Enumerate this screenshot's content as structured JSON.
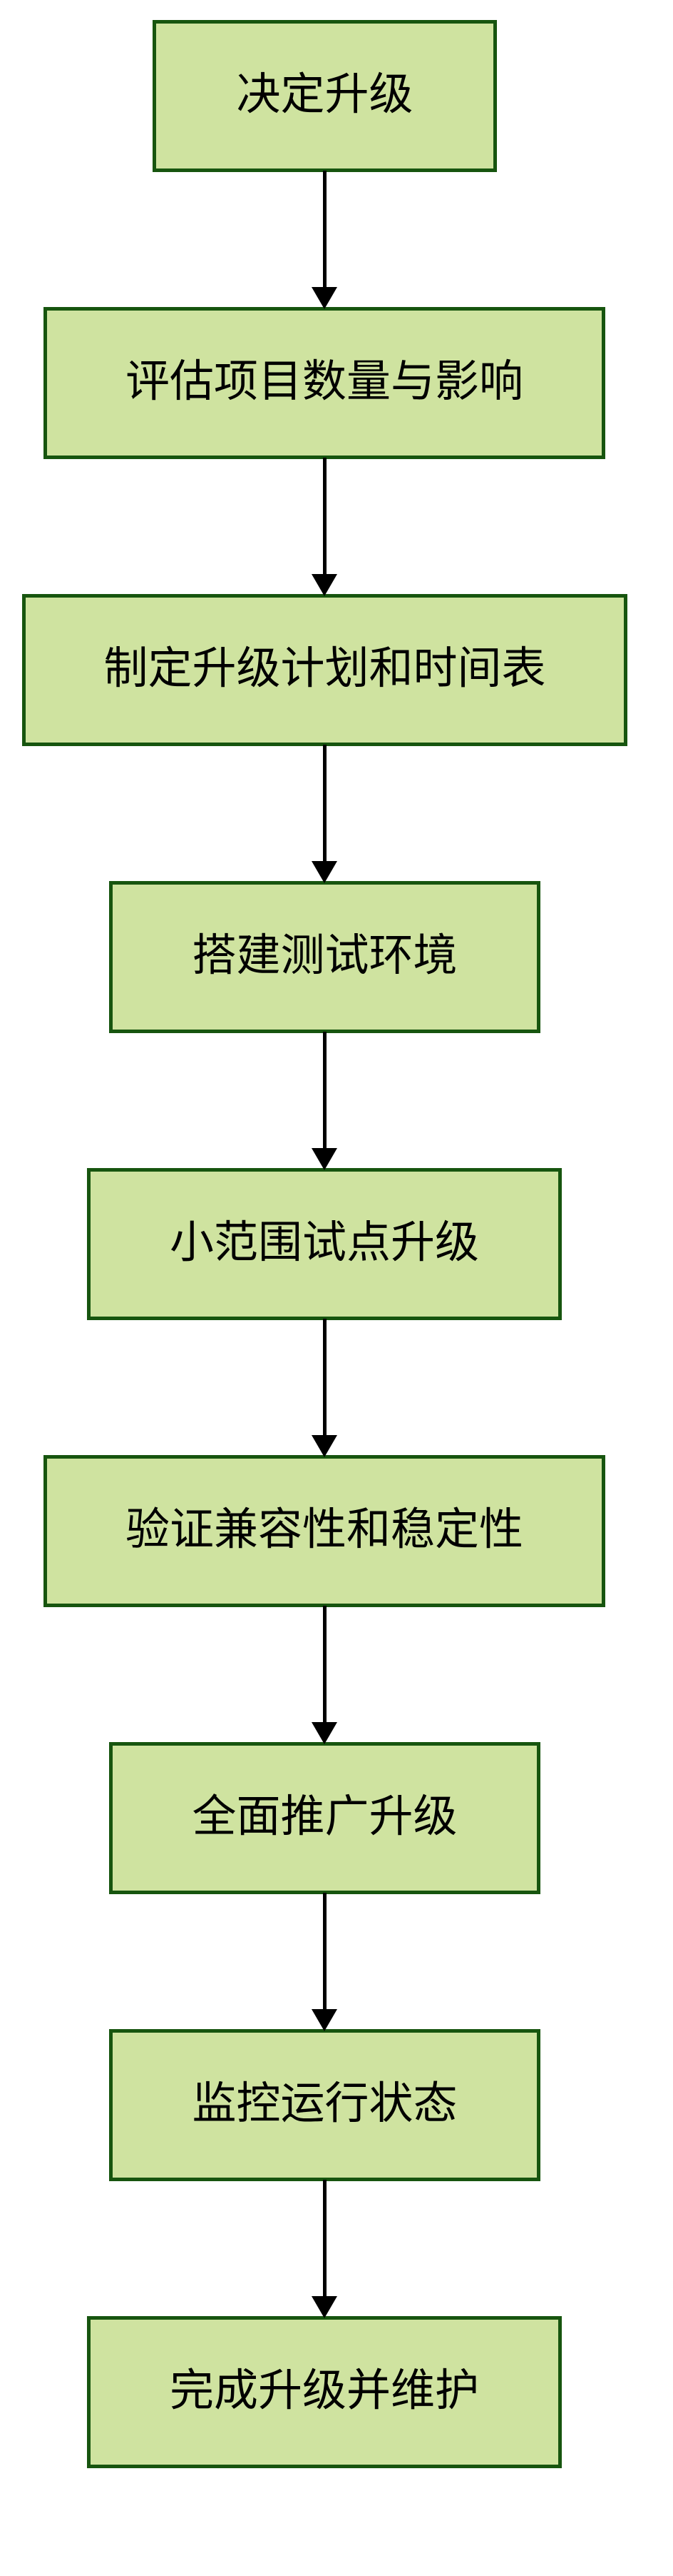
{
  "diagram": {
    "type": "flowchart",
    "direction": "top-down",
    "background_color": "#ffffff",
    "node_fill_color": "#cfe3a0",
    "node_border_color": "#17550f",
    "arrow_color": "#000000",
    "text_color": "#000000",
    "nodes": [
      {
        "label": "决定升级"
      },
      {
        "label": "评估项目数量与影响"
      },
      {
        "label": "制定升级计划和时间表"
      },
      {
        "label": "搭建测试环境"
      },
      {
        "label": "小范围试点升级"
      },
      {
        "label": "验证兼容性和稳定性"
      },
      {
        "label": "全面推广升级"
      },
      {
        "label": "监控运行状态"
      },
      {
        "label": "完成升级并维护"
      }
    ],
    "edges": [
      {
        "from": 0,
        "to": 1
      },
      {
        "from": 1,
        "to": 2
      },
      {
        "from": 2,
        "to": 3
      },
      {
        "from": 3,
        "to": 4
      },
      {
        "from": 4,
        "to": 5
      },
      {
        "from": 5,
        "to": 6
      },
      {
        "from": 6,
        "to": 7
      },
      {
        "from": 7,
        "to": 8
      }
    ]
  }
}
